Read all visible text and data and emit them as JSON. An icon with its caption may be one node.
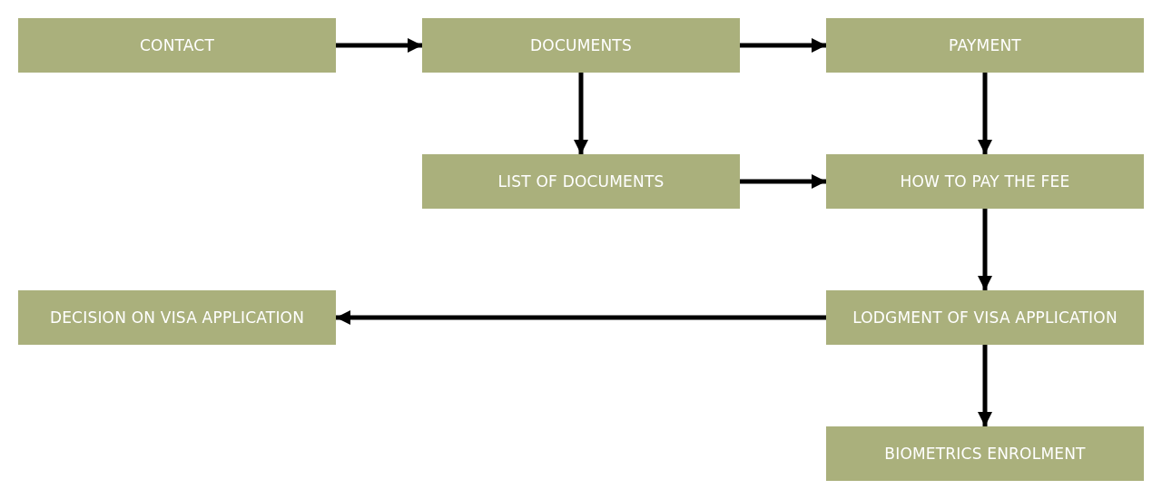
{
  "diagram": {
    "nodes": [
      {
        "text": [
          "CONTACT"
        ]
      },
      {
        "text": [
          "DOCUMENTS"
        ]
      },
      {
        "text": [
          "PAYMENT"
        ]
      },
      {
        "text": [
          "LIST OF DOCUMENTS"
        ]
      },
      {
        "text": [
          "HOW TO PAY THE FEE"
        ]
      },
      {
        "text": [
          "DECISION ON VISA APPLICATION"
        ]
      },
      {
        "text": [
          "LODGMENT OF VISA APPLICATION"
        ]
      },
      {
        "text": [
          "BIOMETRICS ENROLMENT"
        ]
      }
    ],
    "edges": [
      {
        "from": 0,
        "to": 1,
        "arrow": "to"
      },
      {
        "from": 1,
        "to": 2,
        "arrow": "to"
      },
      {
        "from": 1,
        "to": 3,
        "arrow": "to"
      },
      {
        "from": 2,
        "to": 4,
        "arrow": "to"
      },
      {
        "from": 3,
        "to": 4,
        "arrow": "to"
      },
      {
        "from": 4,
        "to": 6,
        "arrow": "to"
      },
      {
        "from": 6,
        "to": 5,
        "arrow": "to"
      },
      {
        "from": 6,
        "to": 7,
        "arrow": "to"
      }
    ]
  }
}
